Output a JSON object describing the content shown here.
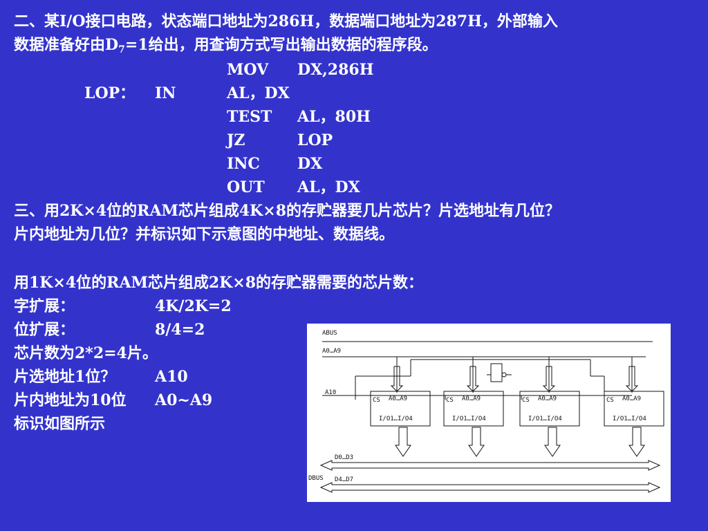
{
  "q2": {
    "line1": "二、某I/O接口电路，状态端口地址为286H，数据端口地址为287H，外部输入",
    "line2_pre": "数据准备好由D",
    "line2_sub": "7",
    "line2_post": "=1给出，用查询方式写出输出数据的程序段。",
    "code": [
      {
        "label": "",
        "op": "",
        "mn": "MOV",
        "arg": "DX,286H"
      },
      {
        "label": "LOP：",
        "op": "IN",
        "mn": "AL，DX",
        "arg": ""
      },
      {
        "label": "",
        "op": "",
        "mn": "TEST",
        "arg": "AL，80H"
      },
      {
        "label": "",
        "op": "",
        "mn": "JZ",
        "arg": "LOP"
      },
      {
        "label": "",
        "op": "",
        "mn": "INC",
        "arg": "DX"
      },
      {
        "label": "",
        "op": "",
        "mn": "OUT",
        "arg": "AL，DX"
      }
    ]
  },
  "q3": {
    "line1": "三、用2K×4位的RAM芯片组成4K×8的存贮器要几片芯片？片选地址有几位？",
    "line2": "片内地址为几位？并标识如下示意图的中地址、数据线。"
  },
  "answer": {
    "intro": "用1K×4位的RAM芯片组成2K×8的存贮器需要的芯片数：",
    "rows": [
      {
        "label": "字扩展：",
        "value": "4K/2K=2"
      },
      {
        "label": "位扩展：",
        "value": "8/4=2"
      },
      {
        "label": "芯片数为2*2=4片。",
        "value": ""
      },
      {
        "label": "片选地址1位？",
        "value": "A10"
      },
      {
        "label": "片内地址为10位",
        "value": "A0~A9"
      },
      {
        "label": "标识如图所示",
        "value": ""
      }
    ]
  },
  "diagram": {
    "abus": "ABUS",
    "a0a9": "A0…A9",
    "a10": "A10",
    "cs": "CS",
    "chip_addr": "A0…A9",
    "chip_data": "I/O1…I/O4",
    "d0d3": "D0…D3",
    "dbus": "DBUS",
    "d4d7": "D4…D7"
  }
}
